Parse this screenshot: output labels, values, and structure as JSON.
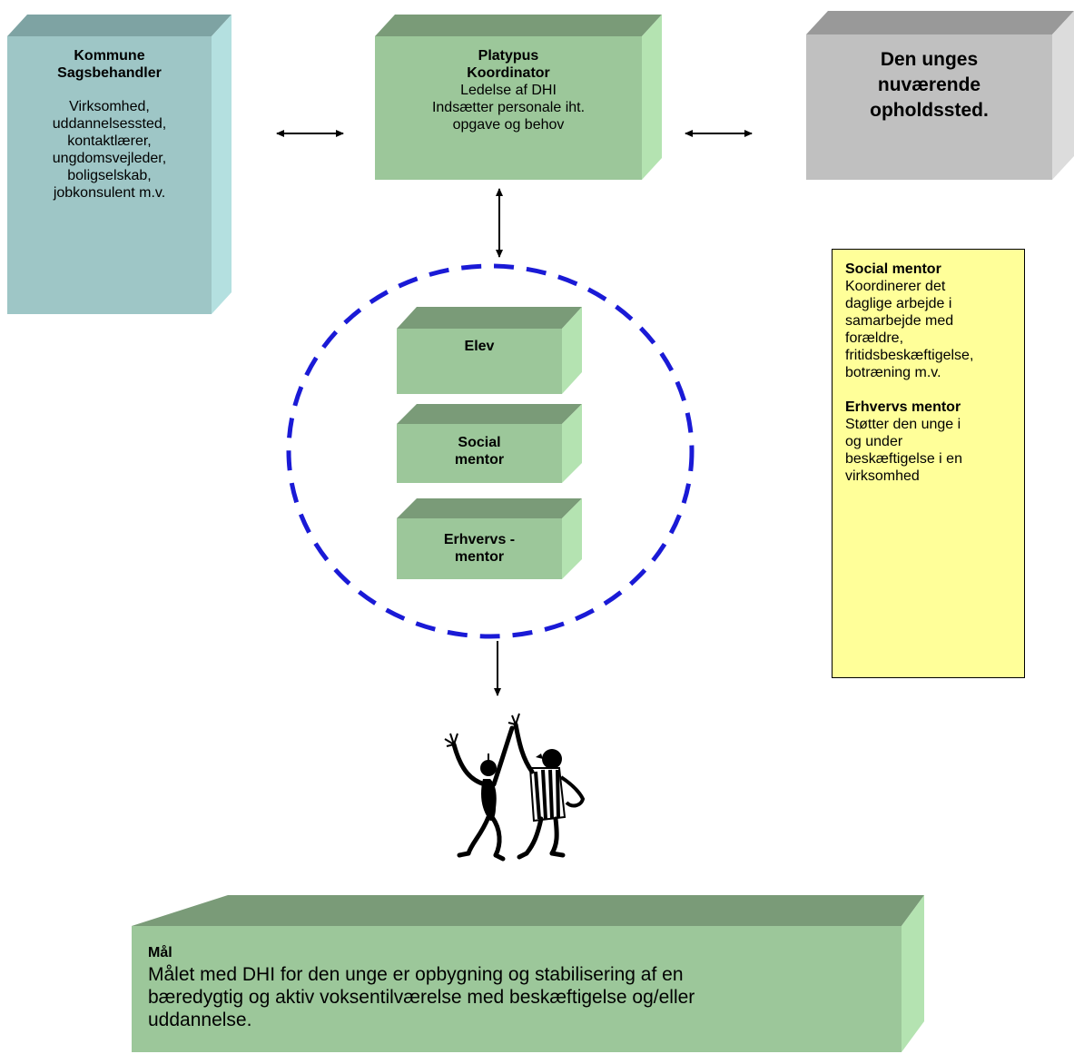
{
  "colors": {
    "teal": "#9ec6c6",
    "teal_top": "#7ea3a3",
    "teal_side": "#b4e0e0",
    "green": "#9cc79a",
    "green_top": "#7a9b78",
    "green_side": "#b4e3b1",
    "grey": "#c0c0c0",
    "grey_top": "#999999",
    "grey_side": "#dcdcdc",
    "yellow": "#ffff99",
    "circle": "#1a1ad6"
  },
  "kommune": {
    "title": "Kommune\nSagsbehandler",
    "body": "Virksomhed,\nuddannelsessted,\nkontaktlærer,\nungdomsvejleder,\nboligselskab,\njobkonsulent m.v."
  },
  "platypus": {
    "title": "Platypus\nKoordinator",
    "body": "Ledelse af DHI\nIndsætter personale iht.\nopgave og behov"
  },
  "opholdssted": {
    "title": "Den unges\nnuværende\nopholdssted."
  },
  "circle_boxes": {
    "elev": "Elev",
    "social": "Social\nmentor",
    "erhvervs": "Erhvervs -\nmentor"
  },
  "note": {
    "social_title": "Social mentor",
    "social_body": "Koordinerer det\ndaglige arbejde i\nsamarbejde med\nforældre,\nfritidsbeskæftigelse,\nbotræning m.v.",
    "erhvervs_title": "Erhvervs mentor",
    "erhvervs_body": "Støtter den unge i\nog under\nbeskæftigelse i en\nvirksomhed"
  },
  "goal": {
    "title": "Mål",
    "body": "Målet med DHI for den unge er opbygning og stabilisering af en\nbæredygtig og aktiv voksentilværelse med beskæftigelse og/eller\nuddannelse."
  },
  "icons": {
    "people": "celebrating-people-icon"
  }
}
